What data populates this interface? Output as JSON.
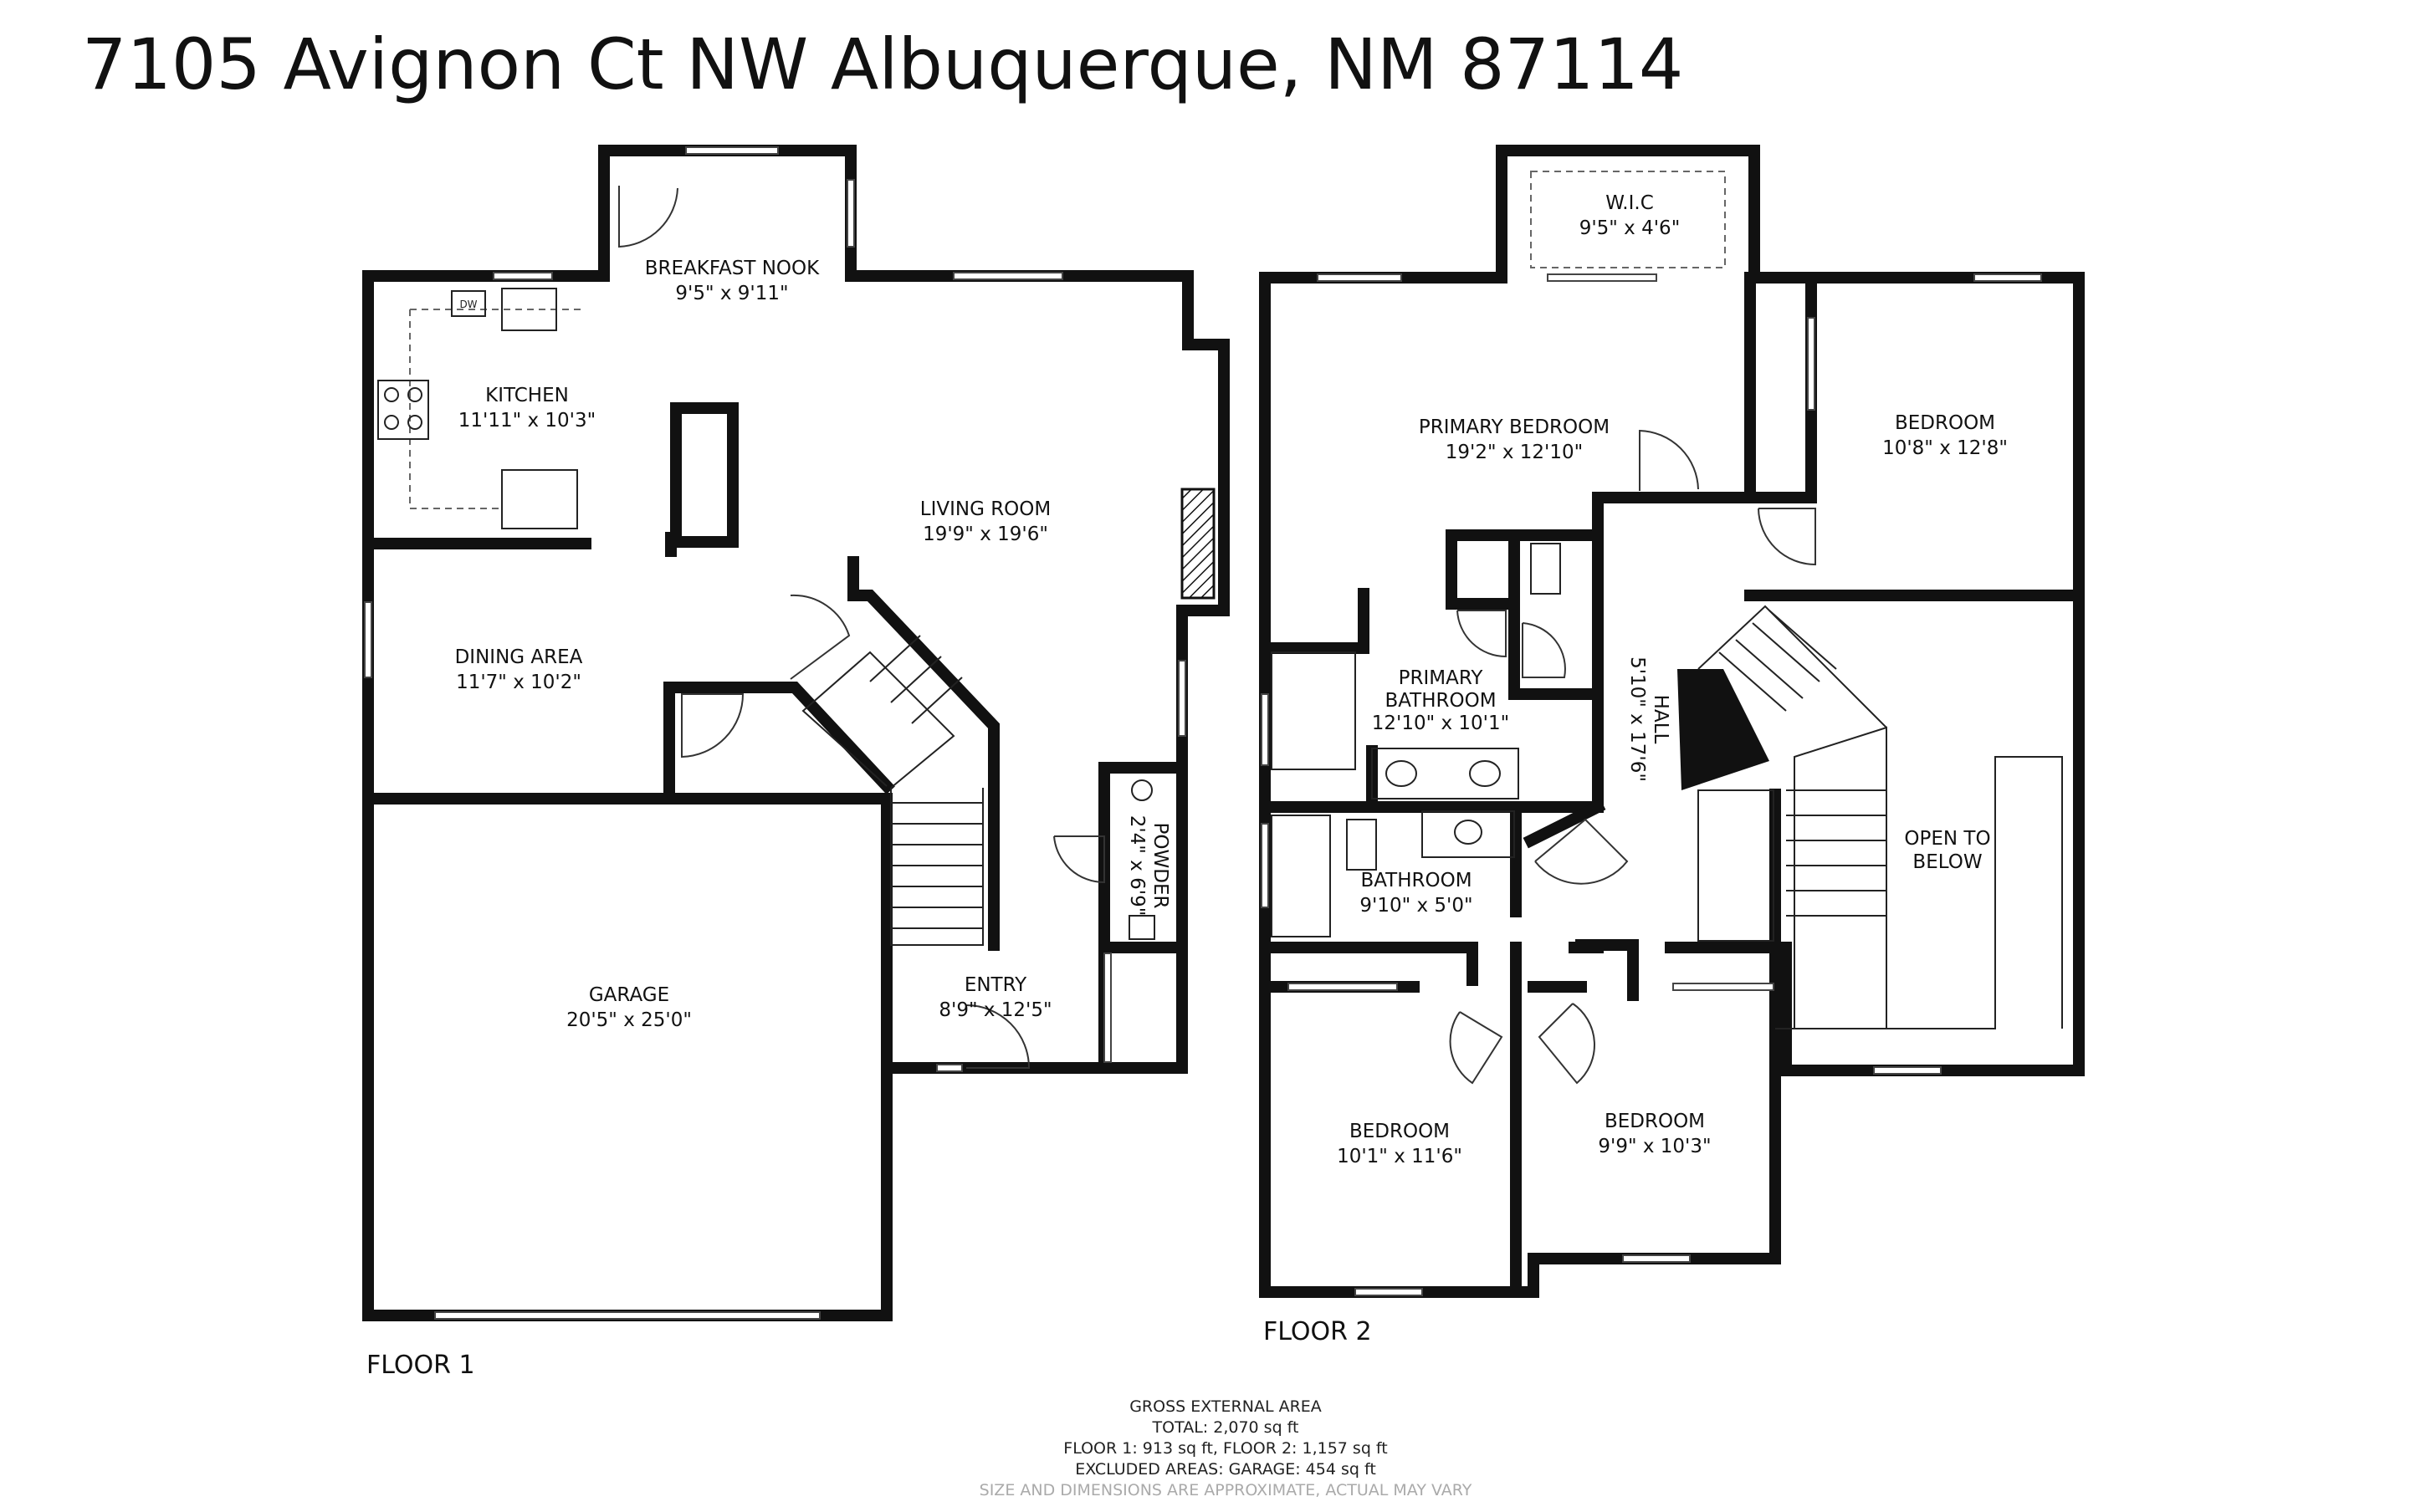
{
  "title": "7105 Avignon Ct NW Albuquerque, NM 87114",
  "floor1": {
    "label": "FLOOR 1",
    "rooms": {
      "breakfast_nook": {
        "name": "BREAKFAST NOOK",
        "dims": "9'5\" x 9'11\""
      },
      "kitchen": {
        "name": "KITCHEN",
        "dims": "11'11\" x 10'3\""
      },
      "living_room": {
        "name": "LIVING ROOM",
        "dims": "19'9\" x 19'6\""
      },
      "dining_area": {
        "name": "DINING AREA",
        "dims": "11'7\" x 10'2\""
      },
      "powder": {
        "name": "POWDER",
        "dims": "2'4\" x 6'9\""
      },
      "garage": {
        "name": "GARAGE",
        "dims": "20'5\" x 25'0\""
      },
      "entry": {
        "name": "ENTRY",
        "dims": "8'9\" x 12'5\""
      }
    },
    "appliance_dw": "DW"
  },
  "floor2": {
    "label": "FLOOR 2",
    "rooms": {
      "wic": {
        "name": "W.I.C",
        "dims": "9'5\" x 4'6\""
      },
      "primary_bedroom": {
        "name": "PRIMARY BEDROOM",
        "dims": "19'2\" x 12'10\""
      },
      "bedroom_ne": {
        "name": "BEDROOM",
        "dims": "10'8\" x 12'8\""
      },
      "primary_bathroom_line1": {
        "name": "PRIMARY"
      },
      "primary_bathroom": {
        "name": "BATHROOM",
        "dims": "12'10\" x 10'1\""
      },
      "hall": {
        "name": "HALL",
        "dims": "5'10\" x 17'6\""
      },
      "open_to_below_line1": {
        "name": "OPEN TO"
      },
      "open_to_below_line2": {
        "name": "BELOW"
      },
      "bathroom": {
        "name": "BATHROOM",
        "dims": "9'10\" x 5'0\""
      },
      "bedroom_sw": {
        "name": "BEDROOM",
        "dims": "10'1\" x 11'6\""
      },
      "bedroom_se": {
        "name": "BEDROOM",
        "dims": "9'9\" x 10'3\""
      }
    }
  },
  "area_summary": {
    "heading": "GROSS EXTERNAL AREA",
    "total": "TOTAL: 2,070 sq ft",
    "floors": "FLOOR 1: 913 sq ft, FLOOR 2: 1,157 sq ft",
    "excluded": "EXCLUDED AREAS: GARAGE: 454 sq ft",
    "disclaimer": "SIZE AND DIMENSIONS ARE APPROXIMATE, ACTUAL MAY VARY"
  }
}
